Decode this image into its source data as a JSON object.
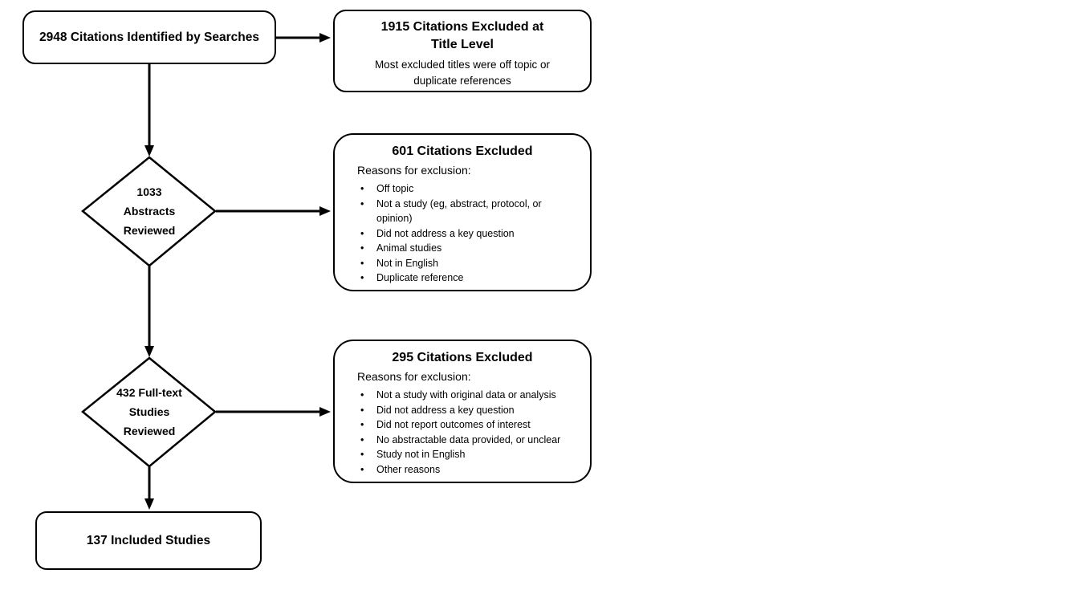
{
  "diagram": {
    "colors": {
      "background": "#ffffff",
      "line_color": "#000000",
      "text_color": "#000000"
    },
    "nodes": {
      "identified": {
        "label": "2948 Citations Identified by Searches"
      },
      "title_excluded": {
        "title": "1915 Citations Excluded at Title Level",
        "note": "Most excluded titles were off topic or duplicate references"
      },
      "abstracts_reviewed": {
        "label": "1033 Abstracts Reviewed"
      },
      "abstract_excluded": {
        "title": "601 Citations Excluded",
        "reasons_heading": "Reasons for exclusion:",
        "reasons": [
          "Off topic",
          "Not a study (eg, abstract, protocol, or opinion)",
          "Did not address a key question",
          "Animal studies",
          "Not in English",
          "Duplicate reference"
        ]
      },
      "fulltext_reviewed": {
        "label": "432 Full-text Studies Reviewed"
      },
      "fulltext_excluded": {
        "title": "295 Citations Excluded",
        "reasons_heading": "Reasons for exclusion:",
        "reasons": [
          "Not a study with original data or analysis",
          "Did not address a key question",
          "Did not report outcomes of interest",
          "No abstractable data provided, or unclear",
          "Study not in English",
          "Other reasons"
        ]
      },
      "included": {
        "label": "137 Included Studies"
      }
    }
  }
}
